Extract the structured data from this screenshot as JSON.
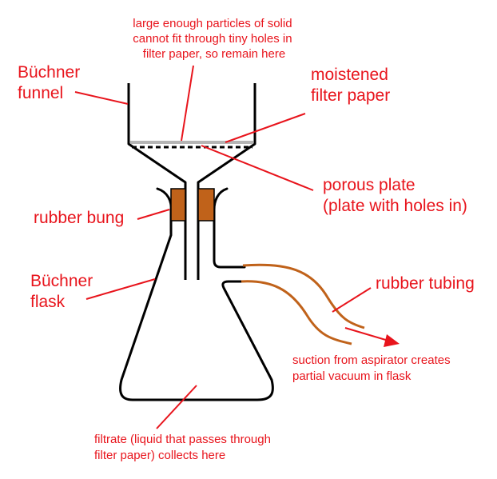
{
  "colors": {
    "label_red": "#e8141c",
    "outline_black": "#000000",
    "rubber_brown": "#c0621a",
    "filter_paper_gray": "#b5b5b5",
    "background": "#ffffff"
  },
  "labels": {
    "solid_note": [
      "large enough particles of solid",
      "cannot fit through tiny holes in",
      "filter paper, so remain here"
    ],
    "buchner_funnel": [
      "Büchner",
      "funnel"
    ],
    "moistened_filter_paper": [
      "moistened",
      "filter paper"
    ],
    "porous_plate": [
      "porous plate",
      "(plate with holes in)"
    ],
    "rubber_bung": "rubber bung",
    "buchner_flask": [
      "Büchner",
      "flask"
    ],
    "rubber_tubing": "rubber tubing",
    "suction_note": [
      "suction from aspirator creates",
      "partial vacuum in flask"
    ],
    "filtrate_note": [
      "filtrate (liquid that passes through",
      "filter paper) collects here"
    ]
  }
}
